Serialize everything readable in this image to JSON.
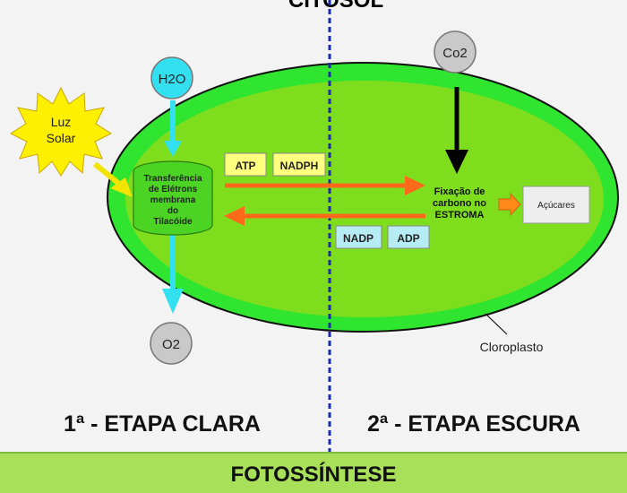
{
  "header": {
    "top_label": "CITOSOL"
  },
  "inputs": {
    "water": "H2O",
    "water_sub": "",
    "co2": "Co2"
  },
  "sun": {
    "line1": "Luz",
    "line2": "Solar"
  },
  "thylakoid": {
    "lines": [
      "Transferência",
      "de Elétrons",
      "membrana",
      "do",
      "Tilacóide"
    ]
  },
  "energy_forward": {
    "atp": "ATP",
    "nadph": "NADPH"
  },
  "energy_back": {
    "nadp": "NADP",
    "adp": "ADP"
  },
  "stroma": {
    "lines": [
      "Fixação de",
      "carbono no",
      "ESTROMA"
    ]
  },
  "product": {
    "label": "Açúcares"
  },
  "output": {
    "oxygen": "O2"
  },
  "chloroplast_label": "Cloroplasto",
  "stages": {
    "light": "1ª - ETAPA CLARA",
    "dark": "2ª - ETAPA ESCURA"
  },
  "footer": {
    "title": "FOTOSSÍNTESE"
  },
  "colors": {
    "stroma": "#7ede1e",
    "outer": "#2fe52f",
    "arrow_orange": "#ff6a1a",
    "water_arrow": "#33e0f0",
    "divider": "#1a2aa8",
    "footer": "#a8e05a"
  }
}
